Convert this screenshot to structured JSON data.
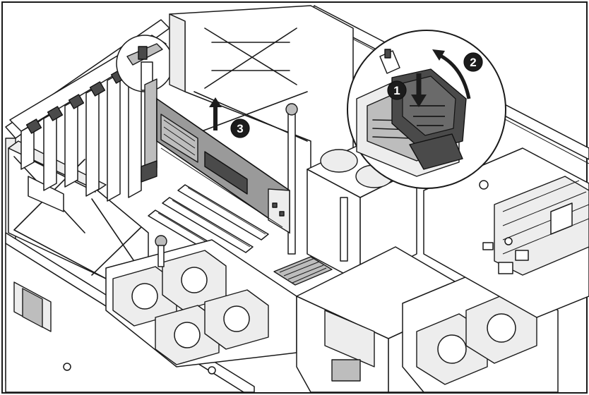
{
  "steps": [
    {
      "label": "1"
    },
    {
      "label": "2"
    },
    {
      "label": "3"
    }
  ],
  "colors": {
    "line": "#1a1a1a",
    "card": "#9a9a9a",
    "callout_fill": "#ffffff",
    "step_badge": "#1c1c1c"
  },
  "icons": [
    "push-down-arrow-icon",
    "rotate-arrow-icon",
    "lift-up-arrow-icon"
  ]
}
